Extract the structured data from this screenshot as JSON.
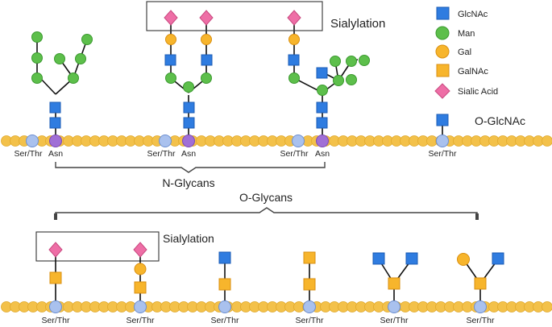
{
  "legend": {
    "items": [
      {
        "key": "glcnac",
        "label": "GlcNAc"
      },
      {
        "key": "man",
        "label": "Man"
      },
      {
        "key": "gal",
        "label": "Gal"
      },
      {
        "key": "galnac",
        "label": "GalNAc"
      },
      {
        "key": "sia",
        "label": "Sialic Acid"
      }
    ]
  },
  "labels": {
    "sialylation_top": "Sialylation",
    "sialylation_bottom": "Sialylation",
    "o_glcnac": "O-GlcNAc",
    "n_glycans": "N-Glycans",
    "o_glycans": "O-Glycans",
    "ser_thr": "Ser/Thr",
    "asn": "Asn"
  },
  "colors": {
    "glcnac": "#2f7ce0",
    "man": "#5dbf4b",
    "gal": "#f7b52c",
    "galnac": "#f7b52c",
    "sia": "#ee6ea6",
    "peptide": "#f3c14a",
    "ser_thr_residue": "#a9c1ee",
    "asn_residue": "#a06fd6"
  }
}
